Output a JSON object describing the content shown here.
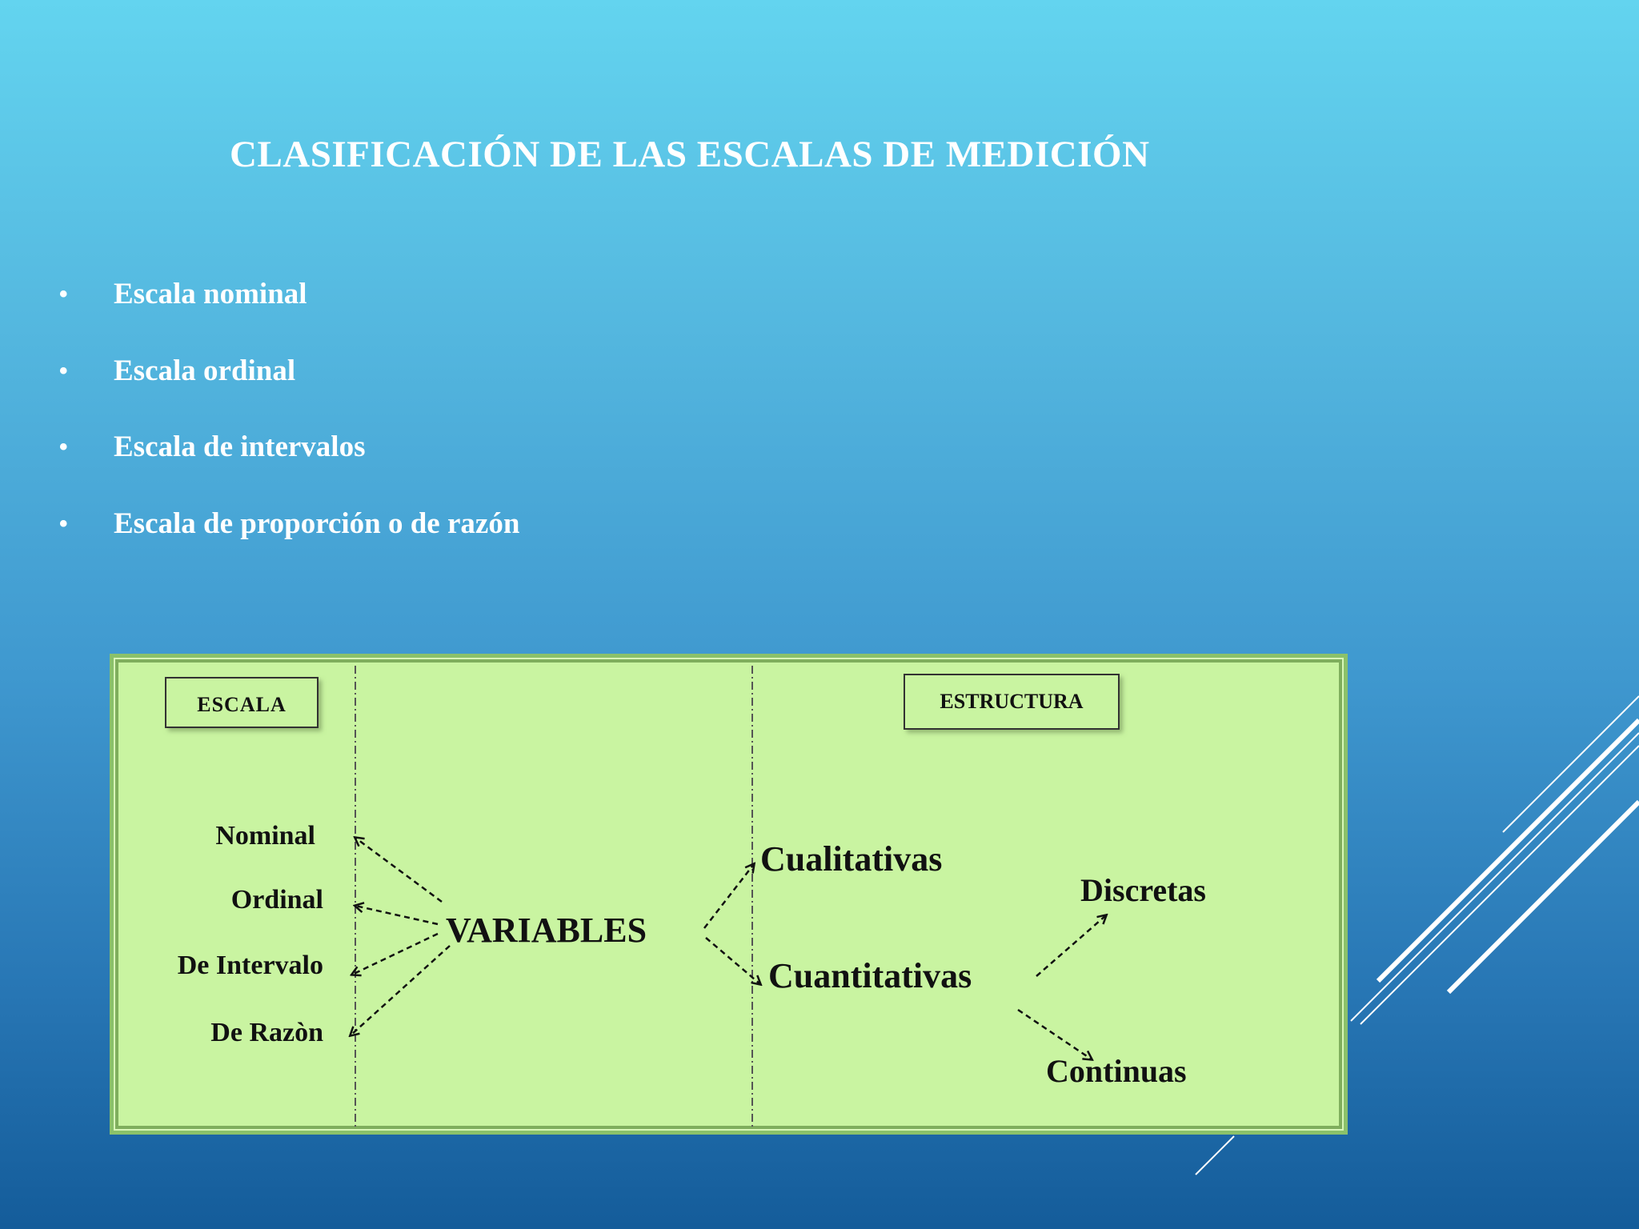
{
  "title": "CLASIFICACIÓN DE LAS ESCALAS DE MEDICIÓN",
  "bullets": [
    "Escala nominal",
    "Escala ordinal",
    "Escala de intervalos",
    "Escala de proporción o de razón"
  ],
  "bullet_symbol": "•",
  "diagram": {
    "escala_header": "ESCALA",
    "estructura_header": "ESTRUCTURA",
    "center": "VARIABLES",
    "scales": [
      "Nominal",
      "Ordinal",
      "De Intervalo",
      "De Razòn"
    ],
    "structure": {
      "cualitativas": "Cualitativas",
      "cuantitativas": "Cuantitativas",
      "discretas": "Discretas",
      "continuas": "Continuas"
    }
  },
  "colors": {
    "background_top": "#63d4ef",
    "background_bottom": "#145c9a",
    "diagram_fill": "#c9f4a1",
    "diagram_border": "#8bc16a",
    "text_white": "#ffffff",
    "text_dark": "#111111"
  }
}
